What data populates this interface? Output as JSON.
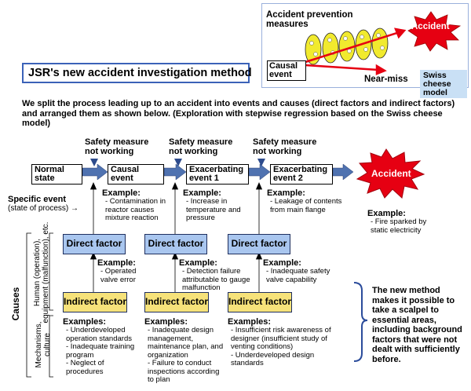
{
  "swiss_inset": {
    "measures_label": "Accident prevention measures",
    "accident_label": "Accident",
    "causal_event_label": "Causal event",
    "near_miss_label": "Near-miss",
    "model_label": "Swiss cheese model"
  },
  "title": "JSR's new accident investigation method",
  "intro": "We split the process leading up to an accident into events and causes (direct factors and indirect factors) and arranged them as shown below. (Exploration with stepwise regression based on the Swiss cheese model)",
  "safety_measure": [
    "Safety measure not working",
    "Safety measure not working",
    "Safety measure not working"
  ],
  "events": {
    "normal": "Normal state",
    "causal": "Causal event",
    "ex1": "Exacerbating event 1",
    "ex2": "Exacerbating event 2",
    "accident": "Accident"
  },
  "specific_event": {
    "line1": "Specific event",
    "line2": "(state of process) →"
  },
  "event_examples": [
    {
      "heading": "Example:",
      "text": "- Contamination in reactor causes mixture reaction"
    },
    {
      "heading": "Example:",
      "text": "- Increase in temperature and pressure"
    },
    {
      "heading": "Example:",
      "text": "- Leakage of contents from main flange"
    },
    {
      "heading": "Example:",
      "text": "- Fire sparked by static electricity"
    }
  ],
  "side": {
    "causes": "Causes",
    "human": "Human (operation), equipment (malfunction), etc.",
    "mechanisms": "Mechanisms, culture"
  },
  "direct_factor_label": "Direct factor",
  "direct_examples": [
    {
      "heading": "Example:",
      "text": "- Operated valve error"
    },
    {
      "heading": "Example:",
      "text": "- Detection failure attributable to gauge malfunction"
    },
    {
      "heading": "Example:",
      "text": "- Inadequate safety valve capability"
    }
  ],
  "indirect_factor_label": "Indirect factor",
  "indirect_examples": [
    {
      "heading": "Examples:",
      "items": [
        "- Underdeveloped operation standards",
        "- Inadequate training program",
        "- Neglect of procedures"
      ]
    },
    {
      "heading": "Examples:",
      "items": [
        "- Inadequate design management, maintenance plan, and organization",
        "- Failure to conduct inspections according to plan"
      ]
    },
    {
      "heading": "Examples:",
      "items": [
        "- Insufficient risk awareness of designer (insufficient study of venting conditions)",
        "- Underdeveloped design standards"
      ]
    }
  ],
  "note": "The new method makes it possible to take a scalpel to essential areas, including background factors that were not dealt with sufficiently before.",
  "colors": {
    "event_arrow": "#4f72b0",
    "direct_fill": "#a9c6ef",
    "indirect_fill": "#f6e27a",
    "accident_red": "#e60012",
    "title_border": "#3b62b8",
    "bracket_blue": "#2b4c9b"
  }
}
